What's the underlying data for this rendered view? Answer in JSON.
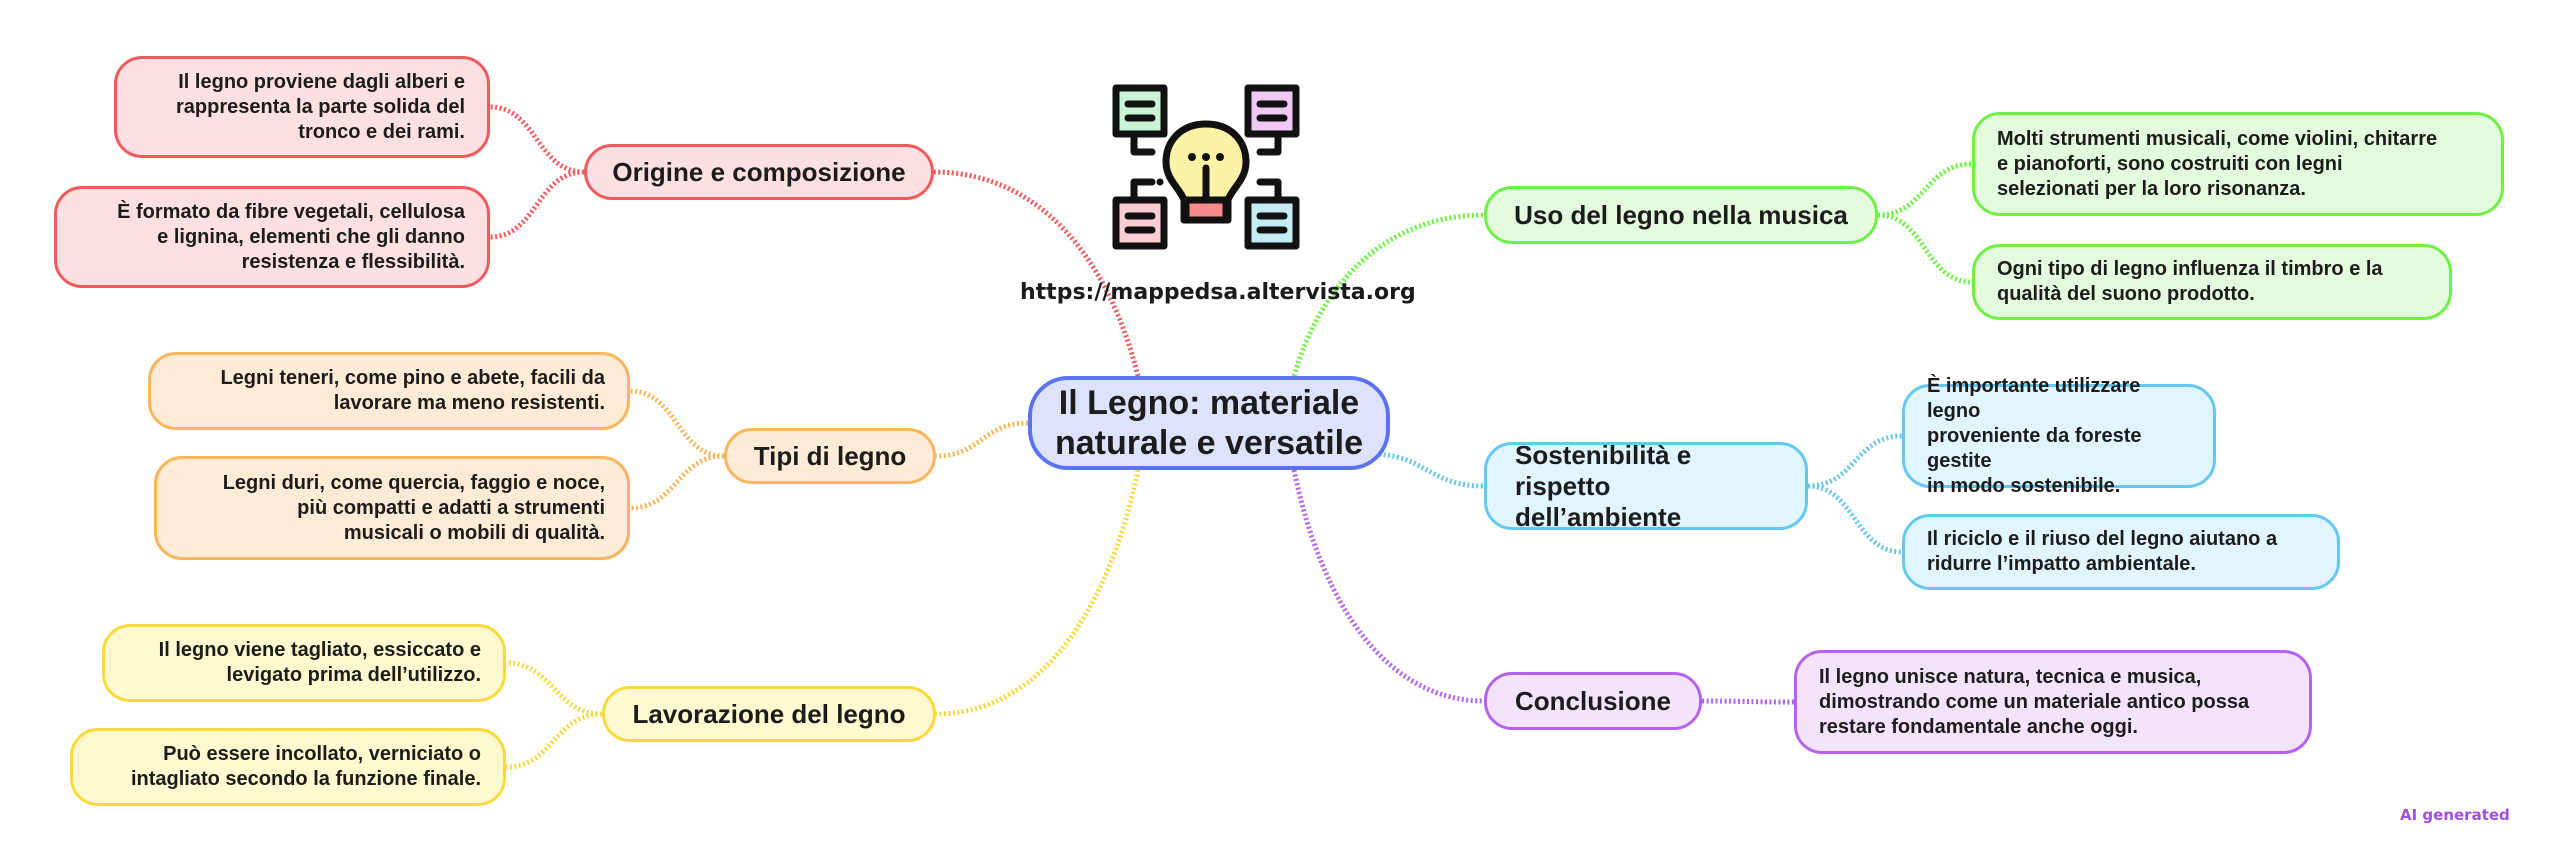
{
  "root": {
    "title": "Il Legno: materiale\nnaturale e versatile"
  },
  "site_url": "https://mappedsa.altervista.org",
  "watermark": "AI generated",
  "logo_icon": "lightbulb-mindmap-icon",
  "colors": {
    "red": "#f05a5d",
    "orange": "#fbb55a",
    "yellow": "#fbd93c",
    "green": "#6ff046",
    "blue": "#65c8f0",
    "purple": "#b562ee",
    "root": "#5a72f0"
  },
  "branches": [
    {
      "id": "origine",
      "label": "Origine e composizione",
      "color": "red",
      "leaves": [
        "Il legno proviene dagli alberi e\nrappresenta la parte solida del\ntronco e dei rami.",
        "È formato da fibre vegetali, cellulosa\ne lignina, elementi che gli danno\nresistenza e flessibilità."
      ]
    },
    {
      "id": "tipi",
      "label": "Tipi di legno",
      "color": "orange",
      "leaves": [
        "Legni teneri, come pino e abete, facili da\nlavorare ma meno resistenti.",
        "Legni duri, come quercia, faggio e noce,\npiù compatti e adatti a strumenti\nmusicali o mobili di qualità."
      ]
    },
    {
      "id": "lavorazione",
      "label": "Lavorazione del legno",
      "color": "yellow",
      "leaves": [
        "Il legno viene tagliato, essiccato e\nlevigato prima dell’utilizzo.",
        "Può essere incollato, verniciato o\nintagliato secondo la funzione finale."
      ]
    },
    {
      "id": "musica",
      "label": "Uso del legno nella musica",
      "color": "green",
      "leaves": [
        "Molti strumenti musicali, come violini, chitarre\ne pianoforti, sono costruiti con legni\nselezionati per la loro risonanza.",
        "Ogni tipo di legno influenza il timbro e la\nqualità del suono prodotto."
      ]
    },
    {
      "id": "sostenibilita",
      "label": "Sostenibilità e\nrispetto dell’ambiente",
      "color": "blue",
      "leaves": [
        "È importante utilizzare legno\nproveniente da foreste gestite\nin modo sostenibile.",
        "Il riciclo e il riuso del legno aiutano a\nridurre l’impatto ambientale."
      ]
    },
    {
      "id": "conclusione",
      "label": "Conclusione",
      "color": "purple",
      "leaves": [
        "Il legno unisce natura, tecnica e musica,\ndimostrando come un materiale antico possa\nrestare fondamentale anche oggi."
      ]
    }
  ]
}
